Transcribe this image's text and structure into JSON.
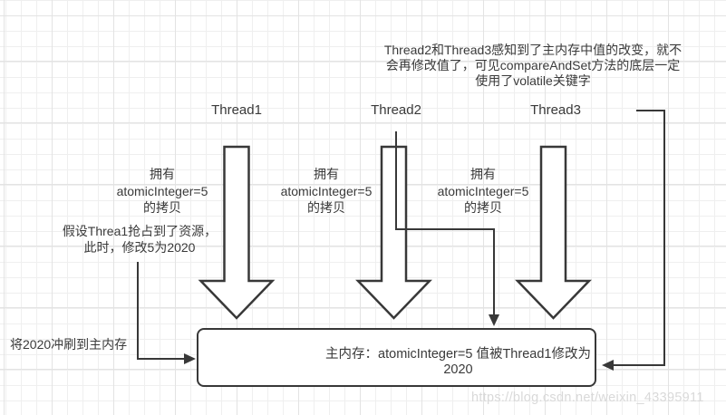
{
  "colors": {
    "stroke": "#383838",
    "text": "#3a3a3a",
    "shape_fill": "#ffffff",
    "grid_minor": "#efefef",
    "grid_major": "#e3e3e3",
    "watermark": "#d9d9d9",
    "background": "#ffffff"
  },
  "top_annotation": {
    "text": "Thread2和Thread3感知到了主内存中值的改变，就不\n会再修改值了，可见compareAndSet方法的底层一定\n使用了volatile关键字"
  },
  "threads": [
    {
      "label": "Thread1",
      "copy_note": "拥有\natomicInteger=5\n的拷贝"
    },
    {
      "label": "Thread2",
      "copy_note": "拥有\natomicInteger=5\n的拷贝"
    },
    {
      "label": "Thread3",
      "copy_note": "拥有\natomicInteger=5\n的拷贝"
    }
  ],
  "left_annotation": {
    "text": "假设Threa1抢占到了资源，\n此时，修改5为2020"
  },
  "flush_annotation": {
    "text": "将2020冲刷到主内存"
  },
  "main_memory": {
    "text": "主内存：atomicInteger=5  值被Thread1修改为\n2020"
  },
  "watermark": {
    "text": "https://blog.csdn.net/weixin_43395911"
  }
}
